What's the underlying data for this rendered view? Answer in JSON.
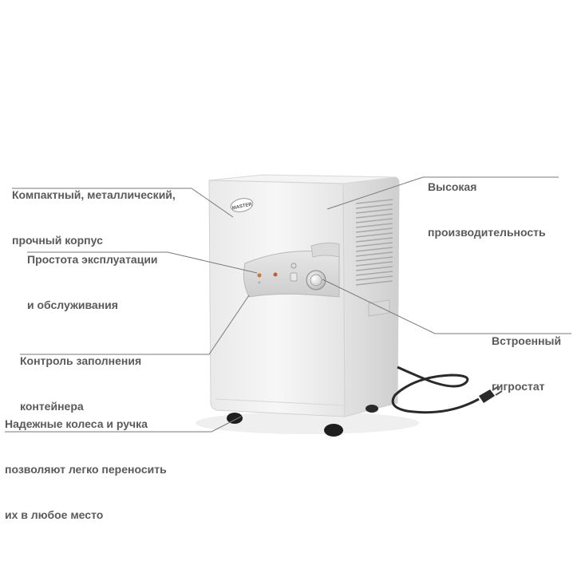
{
  "callouts": {
    "body": {
      "lines": [
        "Компактный, металлический,",
        "прочный корпус"
      ]
    },
    "service": {
      "lines": [
        "Простота эксплуатации",
        "и обслуживания"
      ]
    },
    "tank": {
      "lines": [
        "Контроль заполнения",
        "контейнера"
      ]
    },
    "wheels": {
      "lines": [
        "Надежные колеса и ручка",
        "позволяют легко переносить",
        "их в любое место"
      ]
    },
    "perf": {
      "lines": [
        "Высокая",
        "производительность"
      ]
    },
    "hygro": {
      "lines": [
        "Встроенный",
        "гигростат"
      ]
    }
  },
  "device": {
    "brand_logo": "MASTER"
  },
  "colors": {
    "text": "#5a5a5a",
    "leader": "#7a7a7a",
    "body": "#f1f1f1",
    "panel": "#dcdcdc",
    "cord": "#2a2a2a"
  }
}
